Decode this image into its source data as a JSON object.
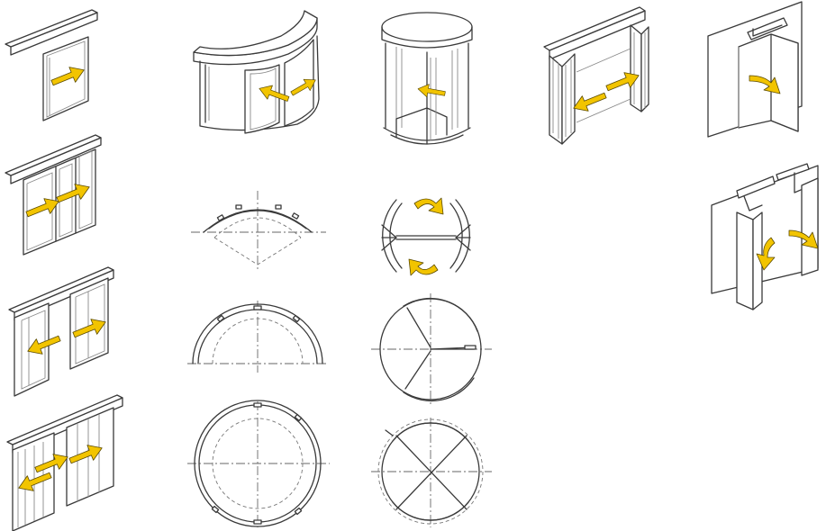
{
  "palette": {
    "line": "#3a3a3a",
    "arrow_fill": "#f2c400",
    "background": "#ffffff"
  },
  "door_types": [
    {
      "id": "sliding-single",
      "icon": "sliding-door-icon",
      "arrows": 1
    },
    {
      "id": "sliding-double-one-side",
      "icon": "sliding-door-icon",
      "arrows": 2
    },
    {
      "id": "sliding-bi-parting",
      "icon": "sliding-door-icon",
      "arrows": 2
    },
    {
      "id": "sliding-telescopic",
      "icon": "sliding-door-icon",
      "arrows": 3
    },
    {
      "id": "curved-sliding",
      "icon": "curved-door-icon",
      "arrows": 2
    },
    {
      "id": "revolving",
      "icon": "revolving-door-icon",
      "arrows": 1
    },
    {
      "id": "folding",
      "icon": "folding-door-icon",
      "arrows": 2
    },
    {
      "id": "swing-single",
      "icon": "swing-door-icon",
      "arrows": 1
    },
    {
      "id": "swing-double",
      "icon": "swing-door-icon",
      "arrows": 2
    }
  ],
  "plan_views": [
    {
      "id": "curved-quarter",
      "icon": "curved-plan-icon"
    },
    {
      "id": "curved-half",
      "icon": "curved-plan-icon"
    },
    {
      "id": "curved-full",
      "icon": "curved-plan-icon"
    },
    {
      "id": "revolving-2-wing",
      "icon": "revolving-plan-icon",
      "wings": 2
    },
    {
      "id": "revolving-3-wing",
      "icon": "revolving-plan-icon",
      "wings": 3
    },
    {
      "id": "revolving-4-wing",
      "icon": "revolving-plan-icon",
      "wings": 4
    }
  ]
}
